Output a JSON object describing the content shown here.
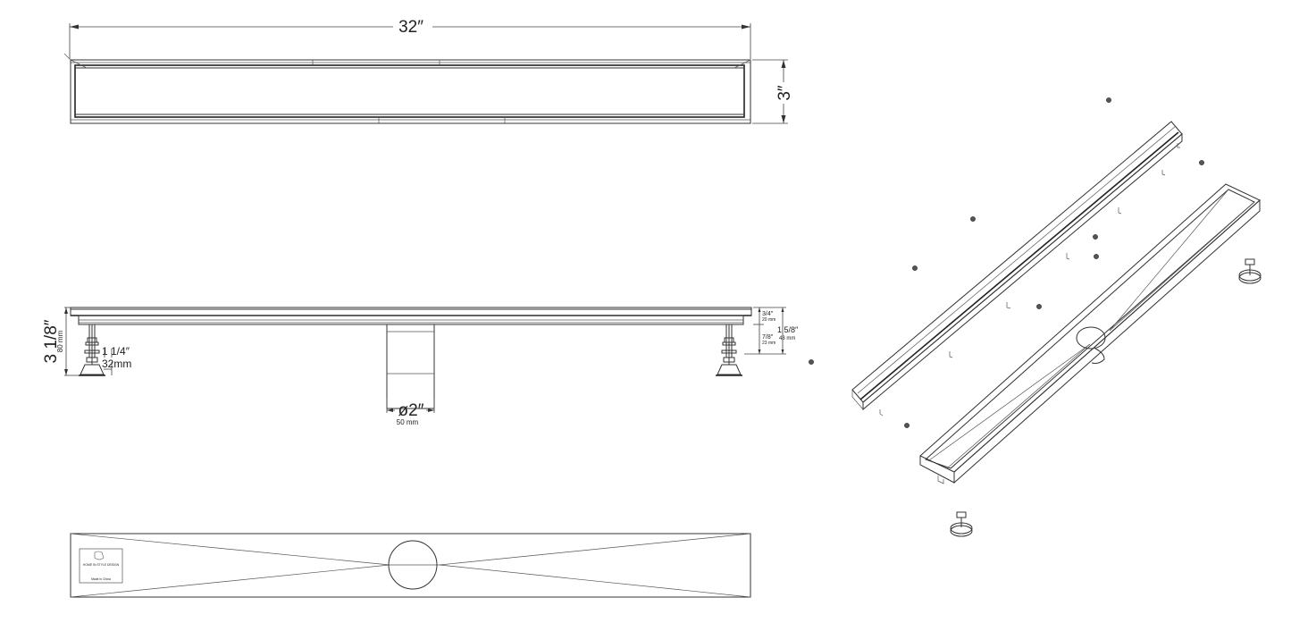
{
  "top_view": {
    "length_label": "32″",
    "width_label": "3″"
  },
  "side_view": {
    "height_label": "3 1/8″",
    "height_mm": "80 mm",
    "leveler_offset_label": "1 1/4″",
    "leveler_offset_mm": "32mm",
    "outlet_label": "ø2″",
    "outlet_mm": "50 mm",
    "grate_depth_label": "3/4″",
    "grate_depth_mm": "20 mm",
    "body_depth_label": "7/8″",
    "body_depth_mm": "23 mm",
    "total_depth_label": "1 5/8″",
    "total_depth_mm": "43 mm"
  },
  "bottom_view": {
    "brand_text": "HOME IN STYLE DESIGN",
    "origin_text": "Made in China"
  },
  "exploded_view": {
    "components": [
      "grate",
      "channel",
      "leveling-feet",
      "screws"
    ]
  }
}
